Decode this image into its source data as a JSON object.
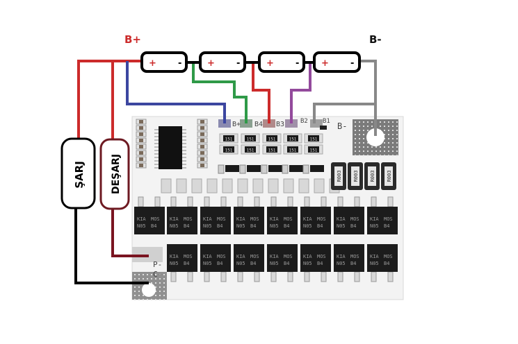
{
  "labels": {
    "b_plus": "B+",
    "b_minus": "B-",
    "charge": "ŞARJ",
    "discharge": "DEŞARJ"
  },
  "cells": [
    {
      "plus": "+",
      "minus": "-"
    },
    {
      "plus": "+",
      "minus": "-"
    },
    {
      "plus": "+",
      "minus": "-"
    },
    {
      "plus": "+",
      "minus": "-"
    }
  ],
  "pcb": {
    "pads": [
      "B+",
      "B4",
      "B3",
      "B2",
      "B1"
    ],
    "b_minus_label": "B-",
    "p_minus_label": "P-",
    "c_minus_label": "C-",
    "resistor_marking": "151",
    "shunt_marking": "R003",
    "mosfet_top_lines": [
      "KIA",
      "MOS",
      "N05",
      "B4"
    ],
    "mosfet_bottom_lines": [
      "KIA",
      "MOS",
      "N05",
      "B4"
    ]
  },
  "wire_colors": {
    "b_plus": "#cc2b2b",
    "b_plus_sense": "#3c46a0",
    "b4": "#2f9a48",
    "b3": "#cc2b2b",
    "b2": "#934a9c",
    "b1": "#888888",
    "discharge": "#7a1420",
    "charge": "#000000"
  }
}
